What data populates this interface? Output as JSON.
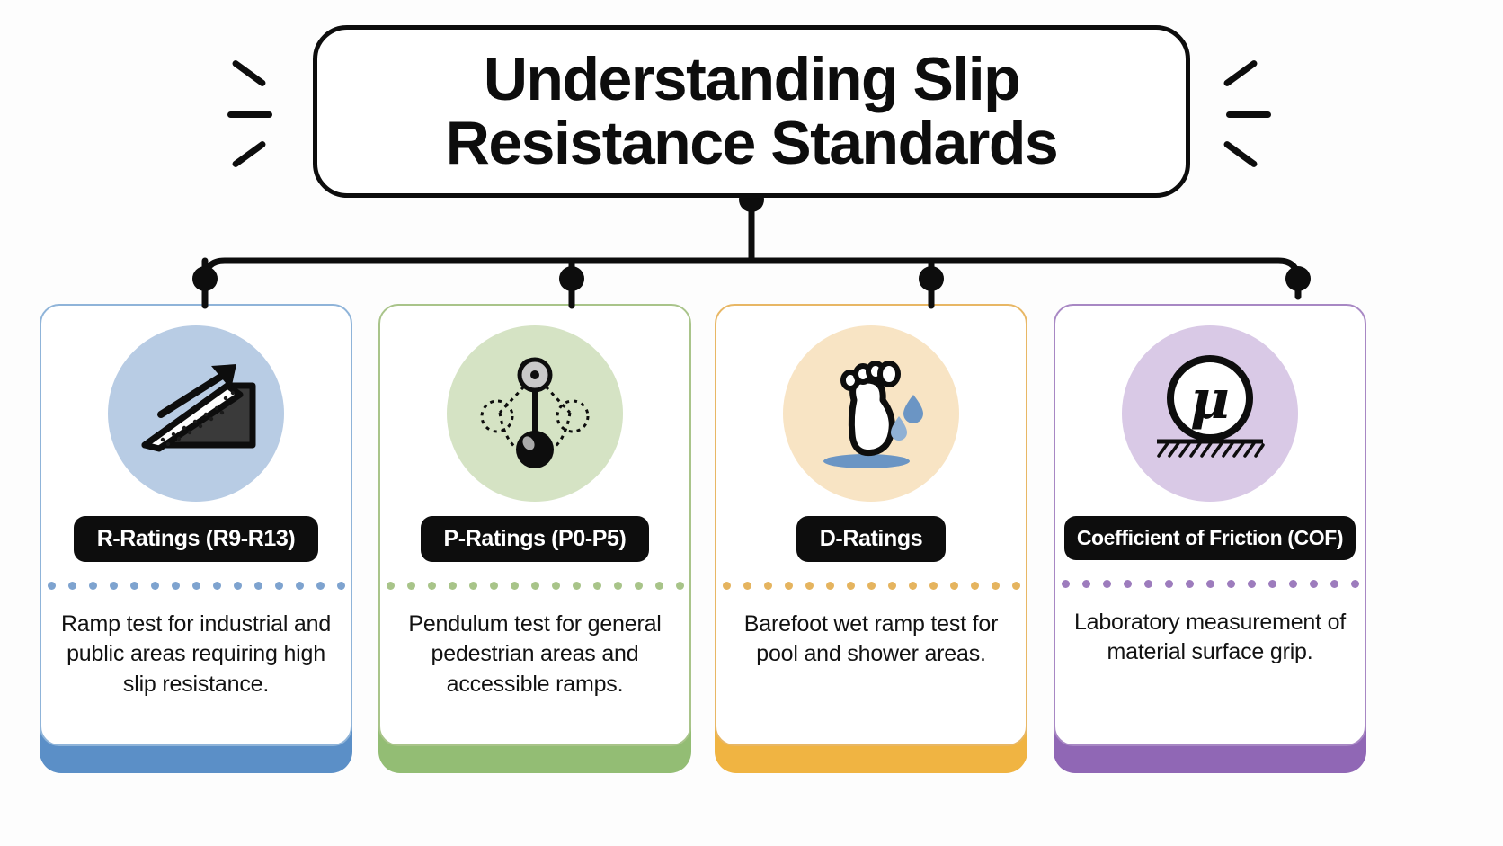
{
  "header": {
    "title": "Understanding Slip\nResistance Standards",
    "spark_icon_left": "spark-lines-left",
    "spark_icon_right": "spark-lines-right"
  },
  "theme": {
    "ink": "#0d0d0d",
    "background": "#fdfdfd"
  },
  "cards": [
    {
      "id": "r-ratings",
      "label": "R-Ratings (R9-R13)",
      "description": "Ramp test for industrial and public areas requiring high slip resistance.",
      "icon": "ramp-incline-icon",
      "circle_color": "#b8cce4",
      "border_color": "#8fb4d9",
      "accent_color": "#5b8fc7",
      "dot_color": "#7ea3cf",
      "dot_count": 15
    },
    {
      "id": "p-ratings",
      "label": "P-Ratings (P0-P5)",
      "description": "Pendulum test for general pedestrian areas and accessible ramps.",
      "icon": "pendulum-swing-icon",
      "circle_color": "#d5e3c4",
      "border_color": "#a9c48a",
      "accent_color": "#93bd74",
      "dot_color": "#a8c489",
      "dot_count": 15
    },
    {
      "id": "d-ratings",
      "label": "D-Ratings",
      "description": "Barefoot wet ramp test for pool and shower areas.",
      "icon": "barefoot-wet-icon",
      "circle_color": "#f8e4c4",
      "border_color": "#e8b765",
      "accent_color": "#f0b442",
      "dot_color": "#e5b45f",
      "dot_count": 15
    },
    {
      "id": "coefficient-of-friction",
      "label": "Coefficient of Friction (COF)",
      "description": "Laboratory measurement of material surface grip.",
      "icon": "mu-friction-surface-icon",
      "circle_color": "#d9c9e6",
      "border_color": "#a888c4",
      "accent_color": "#9067b5",
      "dot_color": "#9d7cbd",
      "dot_count": 15
    }
  ]
}
